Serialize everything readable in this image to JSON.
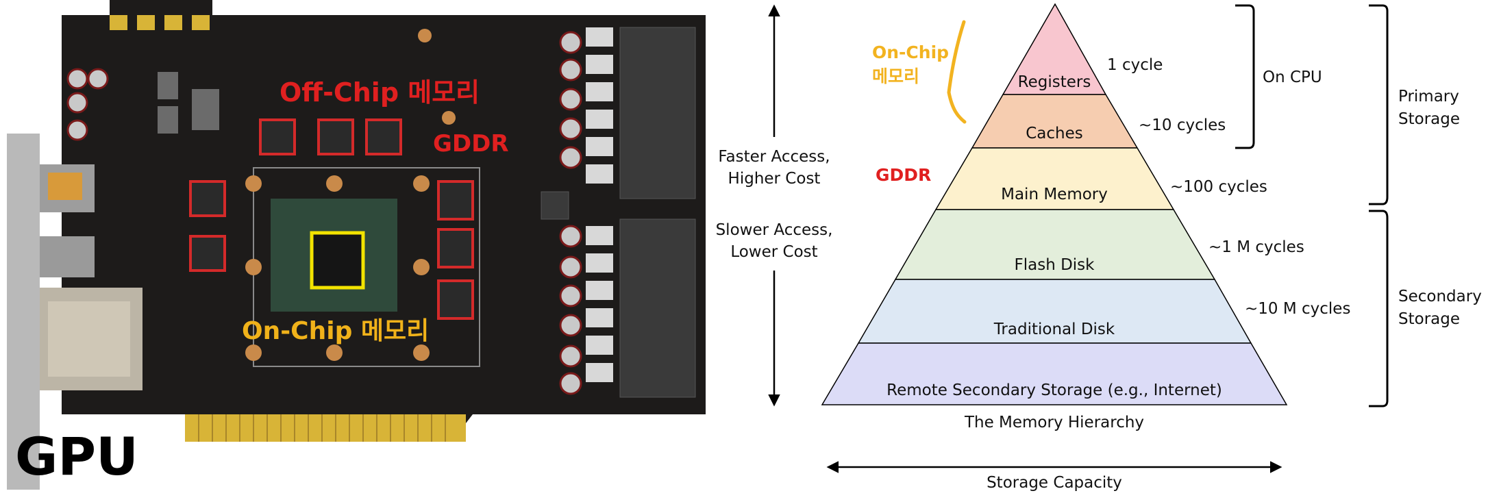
{
  "gpu_panel": {
    "title": "GPU",
    "off_chip_label": "Off-Chip 메모리",
    "off_chip_sublabel": "GDDR",
    "on_chip_label": "On-Chip 메모리",
    "colors": {
      "pcb": "#1d1b1a",
      "off_chip_box": "#d42a2a",
      "on_chip_box": "#f2e300",
      "off_chip_text": "#e02020",
      "on_chip_text": "#f0b21a",
      "gold_contacts": "#d8b437"
    }
  },
  "hierarchy": {
    "caption": "The Memory Hierarchy",
    "left_up_label": [
      "Faster Access,",
      "Higher Cost"
    ],
    "left_down_label": [
      "Slower Access,",
      "Lower Cost"
    ],
    "bottom_axis_label": "Storage Capacity",
    "annotation_on_chip": [
      "On-Chip",
      "메모리"
    ],
    "annotation_gddr": "GDDR",
    "levels": [
      {
        "name": "Registers",
        "latency": "1 cycle",
        "color": "#f8c6cf"
      },
      {
        "name": "Caches",
        "latency": "~10 cycles",
        "color": "#f6cdb0"
      },
      {
        "name": "Main Memory",
        "latency": "~100 cycles",
        "color": "#fdf1cd"
      },
      {
        "name": "Flash Disk",
        "latency": "~1 M cycles",
        "color": "#e3eedb"
      },
      {
        "name": "Traditional Disk",
        "latency": "~10 M cycles",
        "color": "#dde8f4"
      },
      {
        "name": "Remote Secondary Storage (e.g., Internet)",
        "latency": "",
        "color": "#dcdcf7"
      }
    ],
    "brackets": {
      "on_cpu": "On CPU",
      "primary": [
        "Primary",
        "Storage"
      ],
      "secondary": [
        "Secondary",
        "Storage"
      ]
    },
    "colors": {
      "annotation_yellow": "#f2b320",
      "annotation_red": "#e02020",
      "line": "#000000"
    }
  }
}
